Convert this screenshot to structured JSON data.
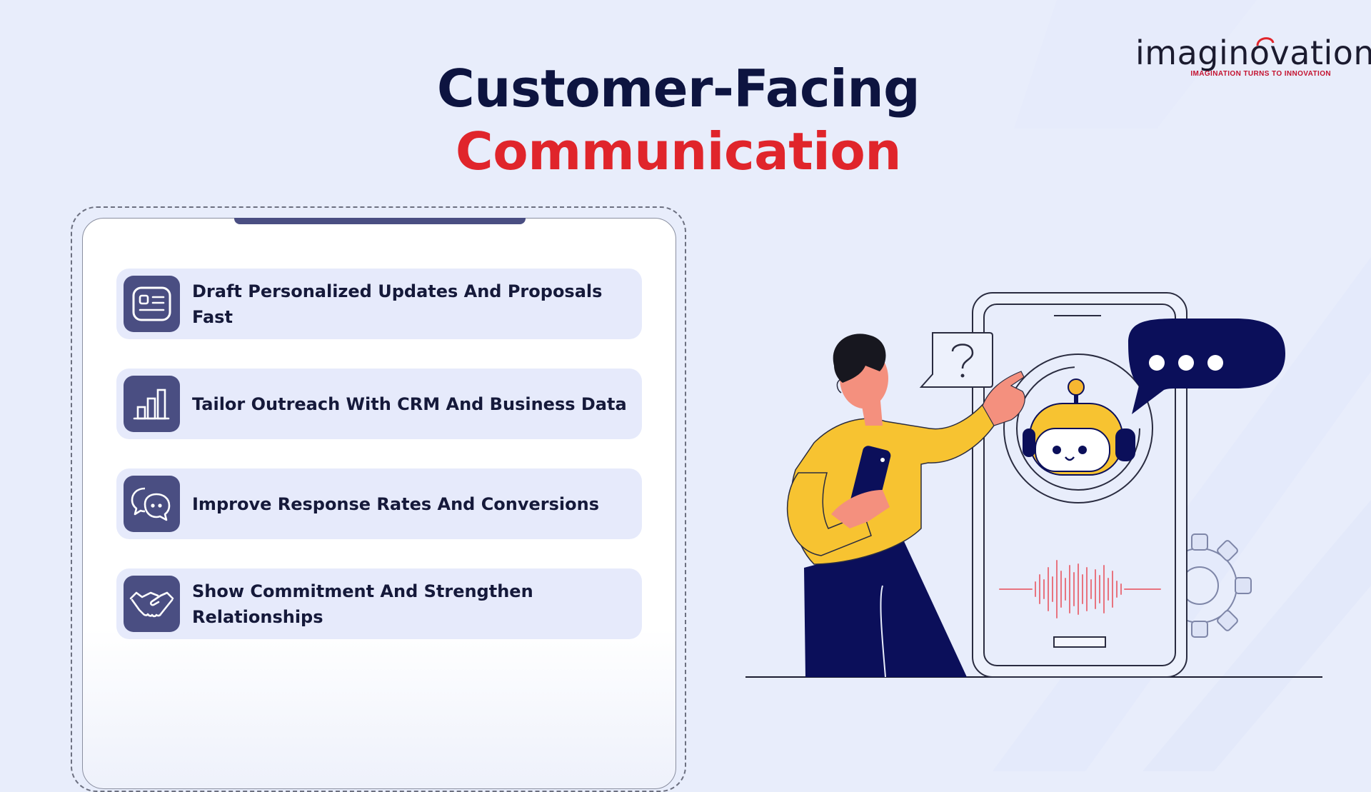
{
  "brand": {
    "logo_word": "imaginovation",
    "tagline": "IMAGINATION TURNS TO INNOVATION",
    "accent_red": "#e0252b",
    "navy": "#0d1440",
    "purple": "#4a4e82"
  },
  "title": {
    "line1": "Customer-Facing",
    "line2": "Communication"
  },
  "items": [
    {
      "label": "Draft Personalized Updates And Proposals Fast",
      "icon": "document-list-icon"
    },
    {
      "label": "Tailor Outreach With CRM And Business Data",
      "icon": "bar-chart-icon"
    },
    {
      "label": "Improve Response Rates And Conversions",
      "icon": "chat-bubbles-icon"
    },
    {
      "label": "Show Commitment And Strengthen Relationships",
      "icon": "handshake-icon"
    }
  ]
}
